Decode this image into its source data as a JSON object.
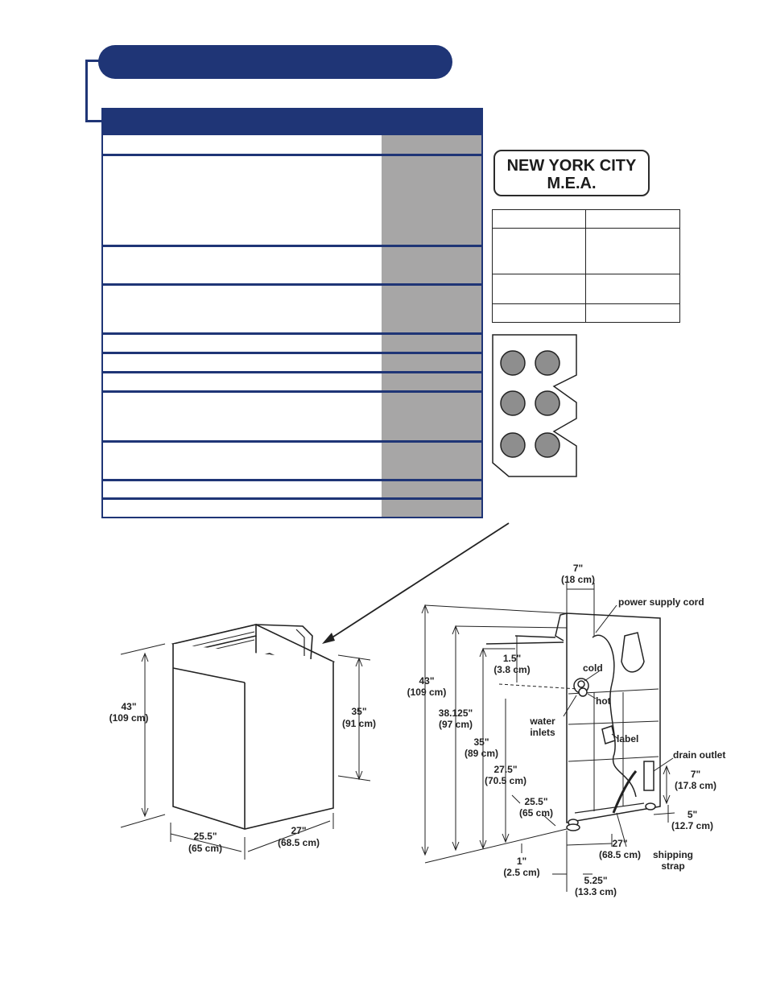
{
  "badge": {
    "line1": "NEW YORK CITY",
    "line2": "M.E.A."
  },
  "front_view": {
    "height_total": "43\"",
    "height_total_cm": "(109 cm)",
    "height_body": "35\"",
    "height_body_cm": "(91 cm)",
    "depth": "25.5\"",
    "depth_cm": "(65 cm)",
    "width": "27\"",
    "width_cm": "(68.5 cm)"
  },
  "rear_view": {
    "top_offset": "7\"",
    "top_offset_cm": "(18 cm)",
    "power_cord": "power supply cord",
    "inlet_offset": "1.5\"",
    "inlet_offset_cm": "(3.8 cm)",
    "cold": "cold",
    "hot": "hot",
    "water_inlets_1": "water",
    "water_inlets_2": "inlets",
    "label": "label",
    "h_total": "43\"",
    "h_total_cm": "(109 cm)",
    "h_38": "38.125\"",
    "h_38_cm": "(97 cm)",
    "h_35": "35\"",
    "h_35_cm": "(89 cm)",
    "h_27": "27.5\"",
    "h_27_cm": "(70.5 cm)",
    "depth": "25.5\"",
    "depth_cm": "(65 cm)",
    "drain_outlet": "drain outlet",
    "drain_h": "7\"",
    "drain_h_cm": "(17.8 cm)",
    "side5": "5\"",
    "side5_cm": "(12.7 cm)",
    "foot1": "1\"",
    "foot1_cm": "(2.5 cm)",
    "width": "27\"",
    "width_cm": "(68.5 cm)",
    "strap1": "shipping",
    "strap2": "strap",
    "bottom": "5.25\"",
    "bottom_cm": "(13.3 cm)"
  },
  "colors": {
    "navy": "#1f3576",
    "gray_cell": "#a7a6a6",
    "knob": "#8e8e8e"
  }
}
